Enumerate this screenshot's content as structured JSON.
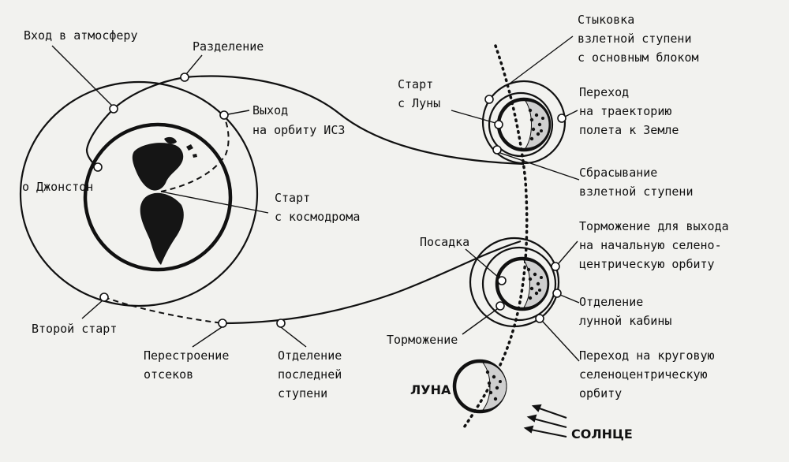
{
  "labels": {
    "atmosphere_entry": "Вход в атмосферу",
    "separation": "Разделение",
    "orbit_exit_1": "Выход",
    "orbit_exit_2": "на орбиту ИСЗ",
    "johnston": "о Джонстон",
    "launch_1": "Старт",
    "launch_2": "с космодрома",
    "second_launch": "Второй старт",
    "rebuild_1": "Перестроение",
    "rebuild_2": "отсеков",
    "last_stage_1": "Отделение",
    "last_stage_2": "последней",
    "last_stage_3": "ступени",
    "docking_1": "Стыковка",
    "docking_2": "взлетной ступени",
    "docking_3": "с основным блоком",
    "moon_launch_1": "Старт",
    "moon_launch_2": "с Луны",
    "transfer_1": "Переход",
    "transfer_2": "на траекторию",
    "transfer_3": "полета к Земле",
    "jettison_1": "Сбрасывание",
    "jettison_2": "взлетной ступени",
    "braking_orbit_1": "Торможение для выхода",
    "braking_orbit_2": "на начальную селено-",
    "braking_orbit_3": "центрическую орбиту",
    "landing": "Посадка",
    "module_sep_1": "Отделение",
    "module_sep_2": "лунной кабины",
    "braking": "Торможение",
    "circular_1": "Переход на круговую",
    "circular_2": "селеноцентрическую",
    "circular_3": "орбиту",
    "moon": "ЛУНА",
    "sun": "СОЛНЦЕ"
  }
}
